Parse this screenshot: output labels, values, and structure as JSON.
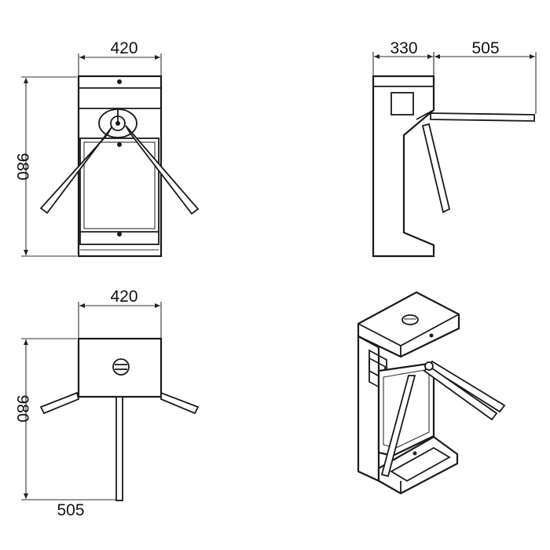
{
  "views": {
    "front": {
      "width_label": "420",
      "height_label": "980"
    },
    "side": {
      "depth_label": "330",
      "arm_length_label": "505"
    },
    "top": {
      "width_label": "420",
      "height_label": "980",
      "arm_length_label": "505"
    }
  },
  "colors": {
    "line": "#1a1a1a",
    "background": "#ffffff"
  }
}
